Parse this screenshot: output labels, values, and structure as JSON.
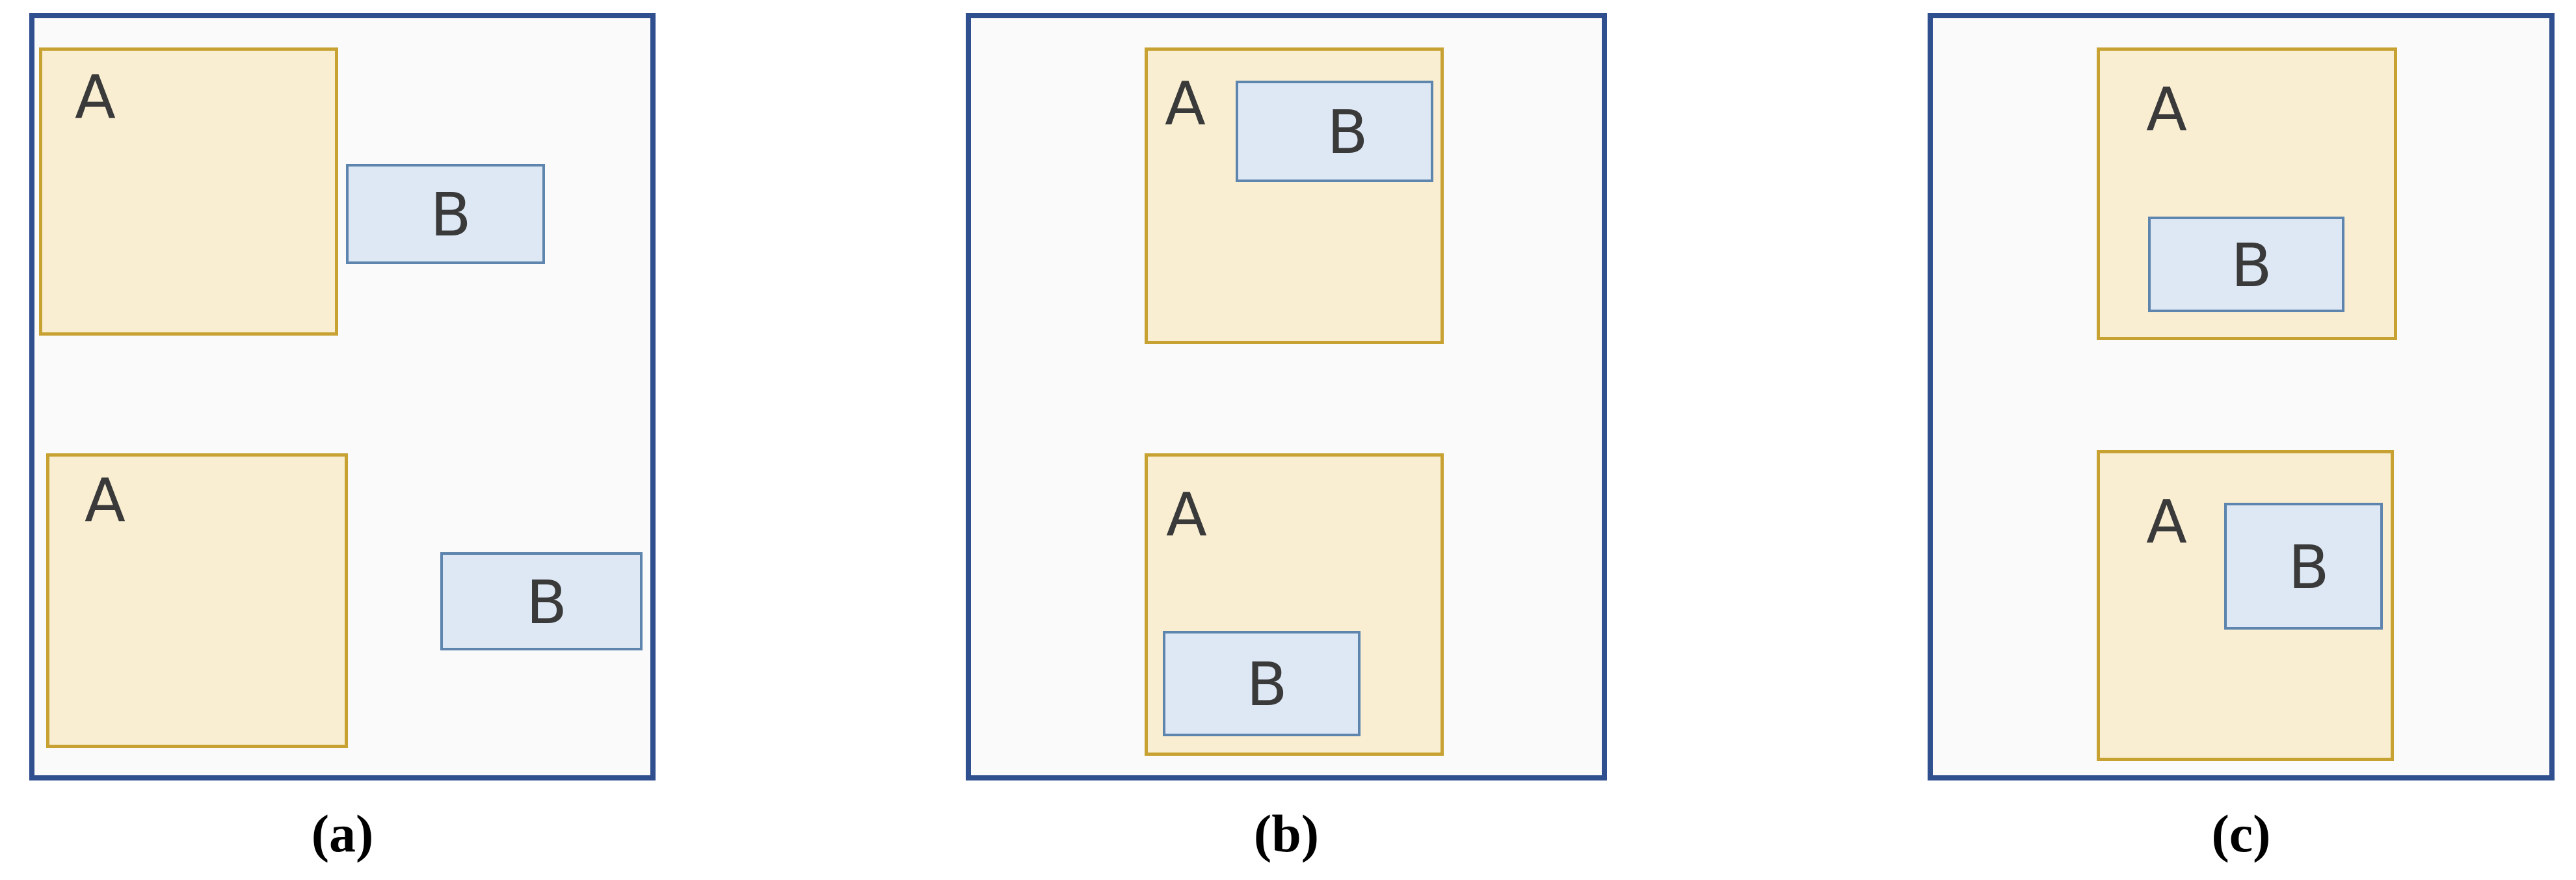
{
  "figure": {
    "description": "Three-panel diagram of spatial relations between region A (gold) and region B (blue)",
    "panels": [
      {
        "id": "a",
        "caption": "(a)",
        "pairs": [
          {
            "a_label": "A",
            "b_label": "B",
            "relation": "B outside A, adjacent near A's right edge"
          },
          {
            "a_label": "A",
            "b_label": "B",
            "relation": "B disjoint from A"
          }
        ]
      },
      {
        "id": "b",
        "caption": "(b)",
        "pairs": [
          {
            "a_label": "A",
            "b_label": "B",
            "relation": "B inside A near top, close to right edge"
          },
          {
            "a_label": "A",
            "b_label": "B",
            "relation": "B inside A near bottom-left corner"
          }
        ]
      },
      {
        "id": "c",
        "caption": "(c)",
        "pairs": [
          {
            "a_label": "A",
            "b_label": "B",
            "relation": "B fully inside A, lower center"
          },
          {
            "a_label": "A",
            "b_label": "B",
            "relation": "B inside A, middle right near edge"
          }
        ]
      }
    ]
  },
  "colors": {
    "outer-border": "#2F4F8F",
    "panel-bg": "#FAFAFA",
    "page-bg": "#FFFFFF",
    "a-fill": "#F9EED2",
    "a-border": "#C7A233",
    "b-fill": "#DDE8F4",
    "b-border": "#5E85AD",
    "label-color": "#3A3A3A",
    "caption-color": "#000000"
  }
}
